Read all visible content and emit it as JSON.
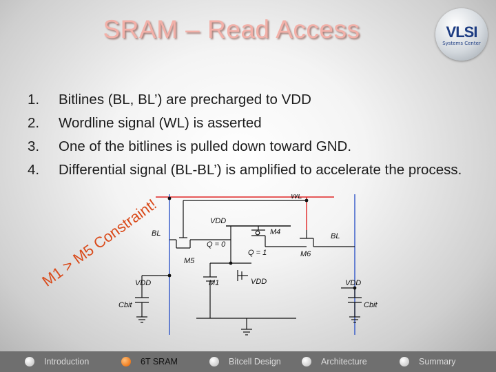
{
  "slide": {
    "title": "SRAM – Read Access",
    "logo": {
      "text": "VLSI",
      "subtext": "Systems Center"
    }
  },
  "steps": [
    {
      "number": "1.",
      "text": "Bitlines (BL, BL’) are precharged to VDD"
    },
    {
      "number": "2.",
      "text": "Wordline signal (WL) is asserted"
    },
    {
      "number": "3.",
      "text": "One of the bitlines is pulled down toward GND."
    },
    {
      "number": "4.",
      "text": "Differential signal (BL-BL’) is amplified to accelerate the process."
    }
  ],
  "circuit": {
    "labels": {
      "wl": "WL",
      "vdd_top": "VDD",
      "bl_bar": "BL",
      "bl": "BL",
      "m4": "M4",
      "q_bar": "Q = 0",
      "q": "Q = 1",
      "m5": "M5",
      "m6": "M6",
      "m1": "M1",
      "vdd_left": "VDD",
      "vdd_mid": "VDD",
      "vdd_right": "VDD",
      "cbit_left": "Cbit",
      "cbit_right": "Cbit"
    },
    "colors": {
      "wordline": "#e02424",
      "bitline": "#2f55c8",
      "wire": "#111111"
    }
  },
  "annotation": {
    "constraint": "M1 > M5 Constraint!"
  },
  "nav": {
    "items": [
      {
        "label": "Introduction",
        "active": false
      },
      {
        "label": "6T SRAM",
        "active": true
      },
      {
        "label": "Bitcell Design",
        "active": false
      },
      {
        "label": "Architecture",
        "active": false
      },
      {
        "label": "Summary",
        "active": false
      }
    ]
  }
}
